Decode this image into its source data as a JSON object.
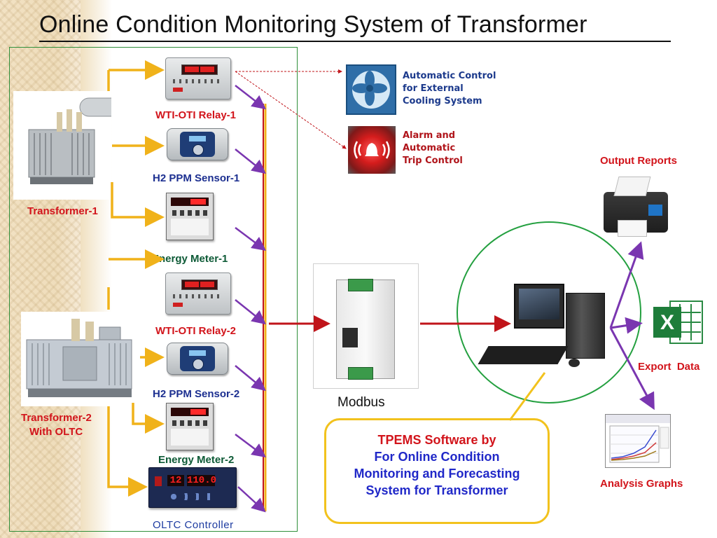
{
  "title": "Online Condition Monitoring System of Transformer",
  "devices": {
    "relay1": "WTI-OTI Relay-1",
    "h2_1": "H2 PPM Sensor-1",
    "transformer1": "Transformer-1",
    "energy1": "Energy Meter-1",
    "relay2": "WTI-OTI Relay-2",
    "h2_2": "H2 PPM Sensor-2",
    "transformer2_line1": "Transformer-2",
    "transformer2_line2": "With OLTC",
    "energy2": "Energy Meter-2",
    "oltc": "OLTC Controller",
    "oltc_display_tap": "12",
    "oltc_display_volt": "110.0"
  },
  "controls": {
    "cooling": [
      "Automatic Control",
      "for External",
      "Cooling System"
    ],
    "alarm": [
      "Alarm and",
      "Automatic",
      "Trip Control"
    ]
  },
  "modbus": "Modbus",
  "outputs": {
    "reports": "Output Reports",
    "export": "Export  Data",
    "graphs": "Analysis Graphs"
  },
  "software": {
    "line1": "TPEMS Software by",
    "line2": "For Online Condition",
    "line3": "Monitoring and Forecasting",
    "line4": "System for Transformer"
  },
  "colors": {
    "red_arrow": "#c0141a",
    "orange_arrow": "#f0b21a",
    "purple_arrow": "#7a36b0",
    "panel_border": "#2f8f3a",
    "callout_border": "#f2c21d"
  }
}
